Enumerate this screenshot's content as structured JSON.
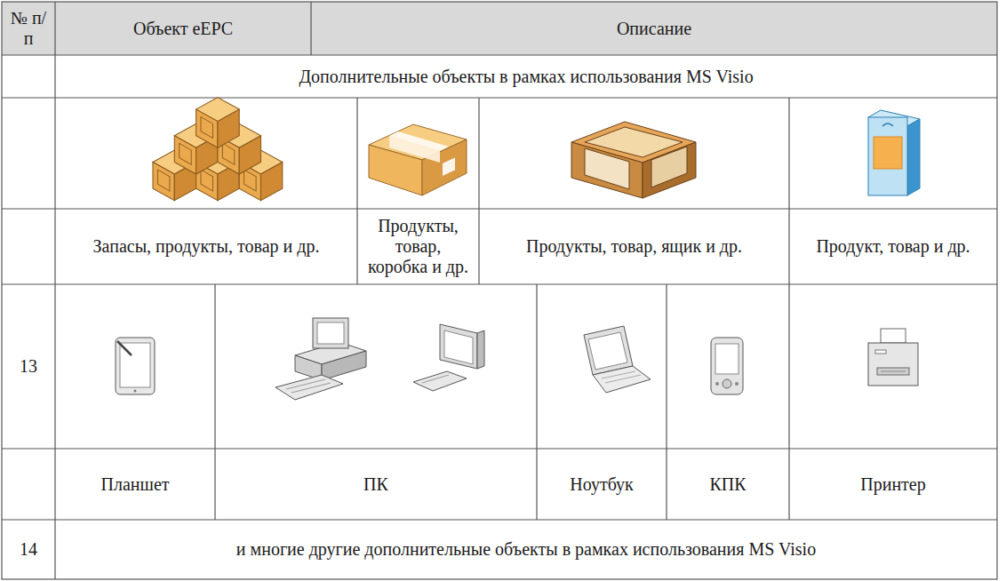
{
  "diagram": {
    "labels": [
      "№ п/п",
      "Объект eEPC",
      "Описание",
      "Дополнительные объекты в рамках использования MS Visio",
      "Запасы, продукты, товар и др.",
      "Продукты, товар, коробка и др.",
      "Продукты, товар, ящик и др.",
      "Продукт, товар и др.",
      "13",
      "Планшет",
      "ПК",
      "Ноутбук",
      "КПК",
      "Принтер",
      "14",
      "и многие другие дополнительные объекты в рамках использования MS Visio"
    ]
  }
}
